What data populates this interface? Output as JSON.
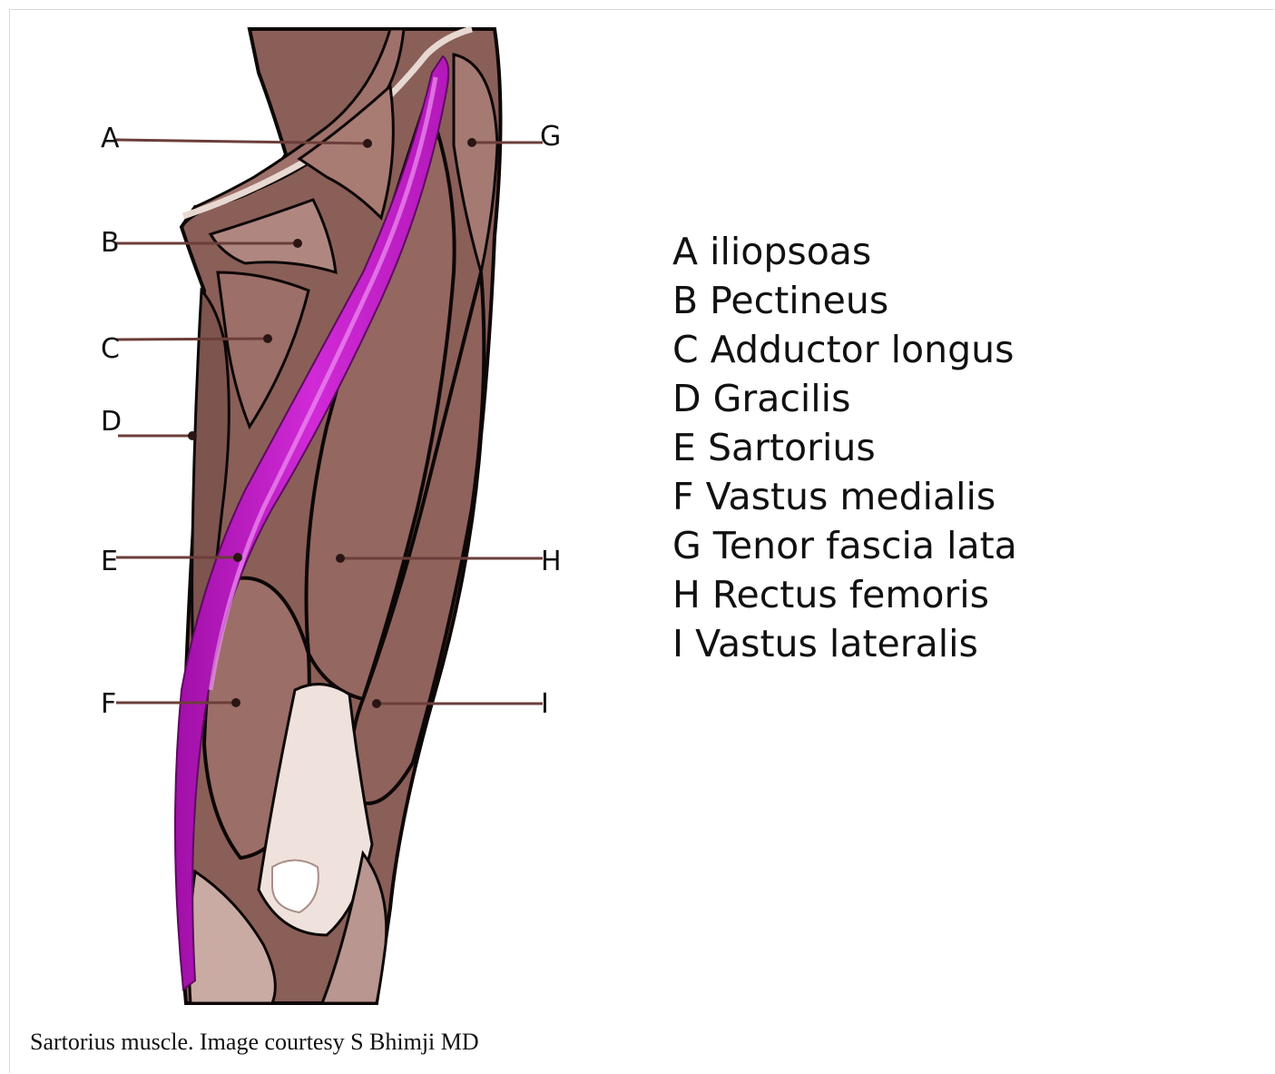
{
  "colors": {
    "muscle": "#8a5f58",
    "muscle_light": "#b48a82",
    "muscle_highlight": "#d8b9b1",
    "tendon": "#efe2dc",
    "outline": "#0d0707",
    "sartorius": "#c21cc8",
    "sartorius_light": "#e25ae6",
    "leader_line": "#6b3e3a"
  },
  "callouts": [
    {
      "letter": "A"
    },
    {
      "letter": "B"
    },
    {
      "letter": "C"
    },
    {
      "letter": "D"
    },
    {
      "letter": "E"
    },
    {
      "letter": "F"
    },
    {
      "letter": "G"
    },
    {
      "letter": "H"
    },
    {
      "letter": "I"
    }
  ],
  "legend": [
    "A iliopsoas",
    "B Pectineus",
    "C Adductor longus",
    "D Gracilis",
    "E Sartorius",
    "F Vastus medialis",
    "G Tenor fascia lata",
    "H Rectus femoris",
    "I Vastus lateralis"
  ],
  "caption": "Sartorius muscle. Image courtesy S Bhimji MD"
}
